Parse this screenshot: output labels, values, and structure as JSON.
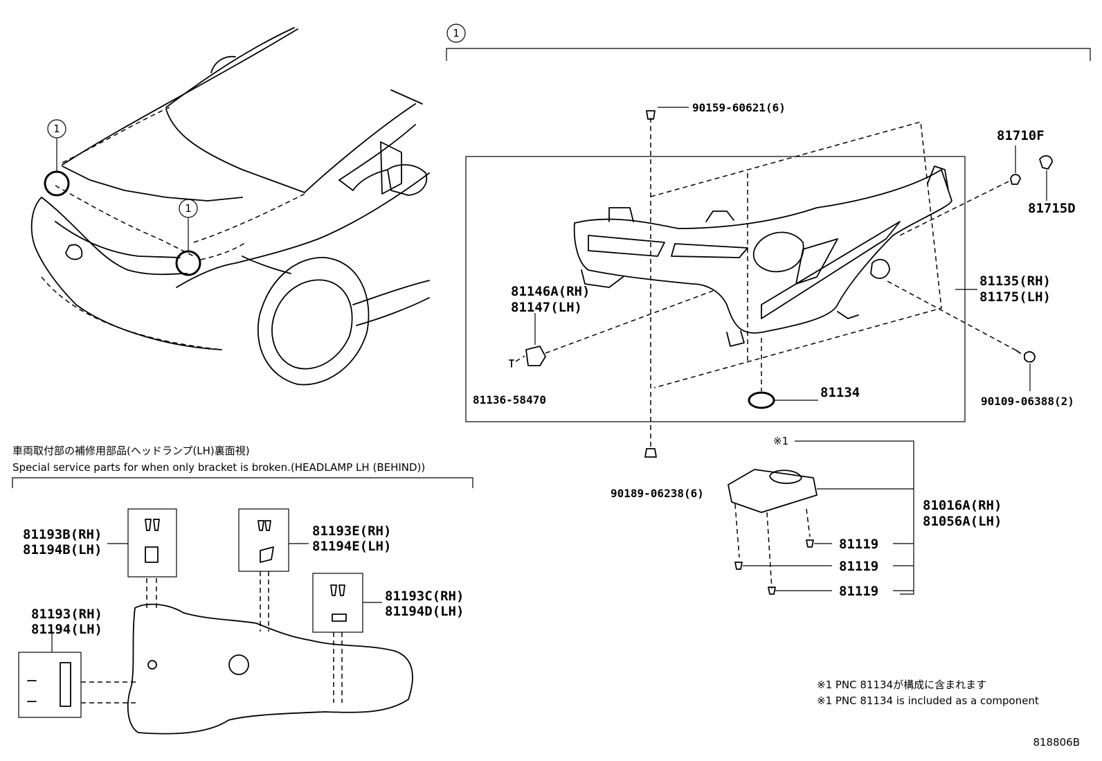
{
  "figure_code": "818806B",
  "callout_number": "1",
  "asterisk_mark": "※1",
  "notes": {
    "jp": "※1 PNC 81134が構成に含まれます",
    "en": "※1 PNC 81134 is included as a component"
  },
  "service_section": {
    "title_jp": "車両取付部の補修用部品(ヘッドランプ(LH)裏面視)",
    "title_en": "Special service parts for when only bracket is broken.(HEADLAMP LH (BEHIND))"
  },
  "parts": {
    "p90159": "90159-60621(6)",
    "p81710F": "81710F",
    "p81715D": "81715D",
    "p81135": "81135(RH)",
    "p81175": "81175(LH)",
    "p81146A": "81146A(RH)",
    "p81147": "81147(LH)",
    "p81136": "81136-58470",
    "p81134": "81134",
    "p90109": "90109-06388(2)",
    "p90189": "90189-06238(6)",
    "p81016A": "81016A(RH)",
    "p81056A": "81056A(LH)",
    "p81119a": "81119",
    "p81119b": "81119",
    "p81119c": "81119",
    "p81193B": "81193B(RH)",
    "p81194B": "81194B(LH)",
    "p81193E": "81193E(RH)",
    "p81194E": "81194E(LH)",
    "p81193C": "81193C(RH)",
    "p81194D": "81194D(LH)",
    "p81193": "81193(RH)",
    "p81194": "81194(LH)"
  }
}
